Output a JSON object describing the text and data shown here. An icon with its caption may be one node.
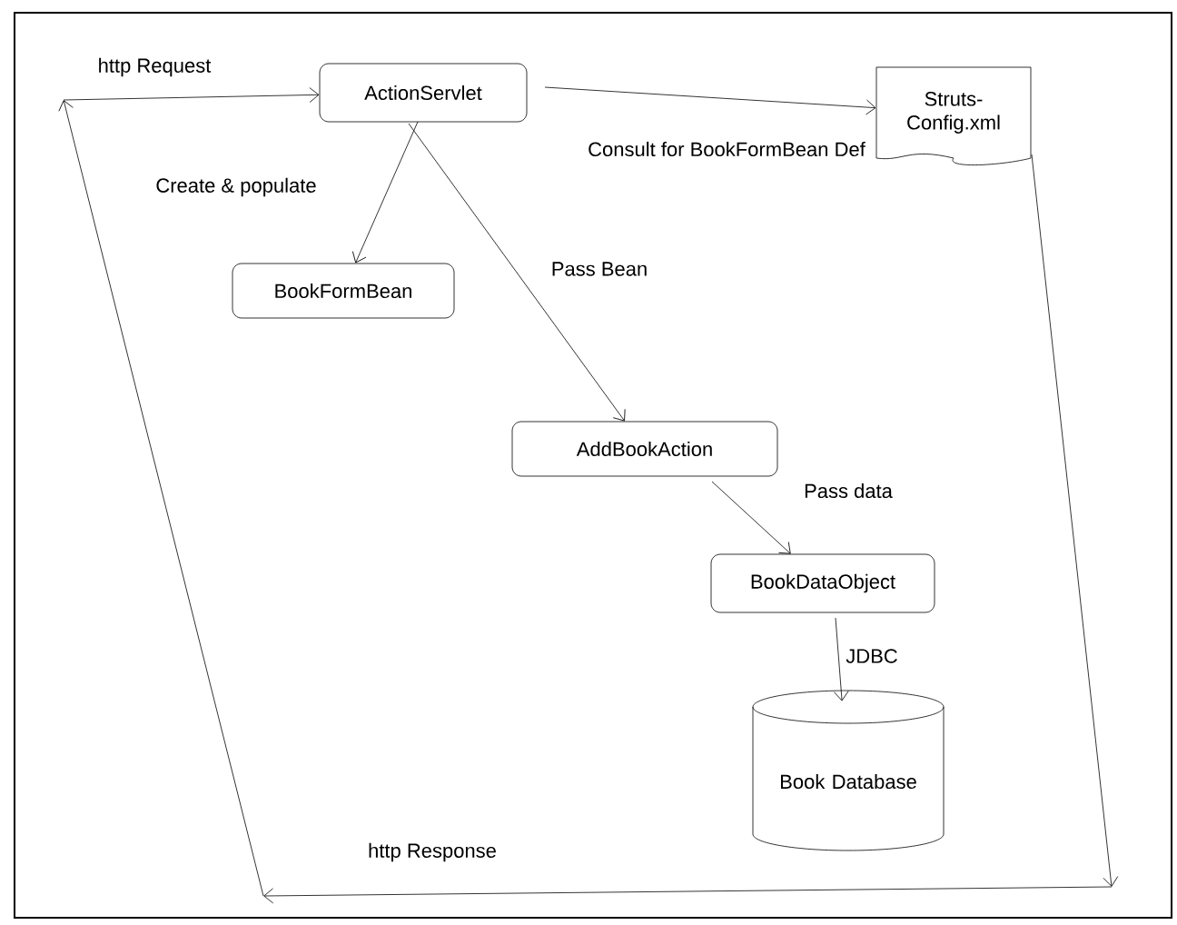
{
  "diagram": {
    "nodes": [
      {
        "text": [
          "ActionServlet"
        ]
      },
      {
        "text": [
          "Struts-Config.xml"
        ]
      },
      {
        "text": [
          "BookFormBean"
        ]
      },
      {
        "text": [
          "AddBookAction"
        ]
      },
      {
        "text": [
          "BookDataObject"
        ]
      },
      {
        "text": [
          "Book Database"
        ]
      }
    ],
    "edges": [
      {
        "from": 0,
        "to": 1,
        "arrow": "to",
        "label": "Consult for BookFormBean Def"
      },
      {
        "from": 0,
        "to": 2,
        "arrow": "to",
        "label": "Create & populate"
      },
      {
        "from": 0,
        "to": 3,
        "arrow": "to",
        "label": "Pass Bean"
      },
      {
        "from": 3,
        "to": 4,
        "arrow": "to",
        "label": "Pass data"
      },
      {
        "from": 4,
        "to": 5,
        "arrow": "to",
        "label": "JDBC"
      },
      {
        "from": 1,
        "to": 0,
        "arrow": "to",
        "label": "http Response"
      }
    ],
    "labels": [
      "http Request"
    ]
  }
}
